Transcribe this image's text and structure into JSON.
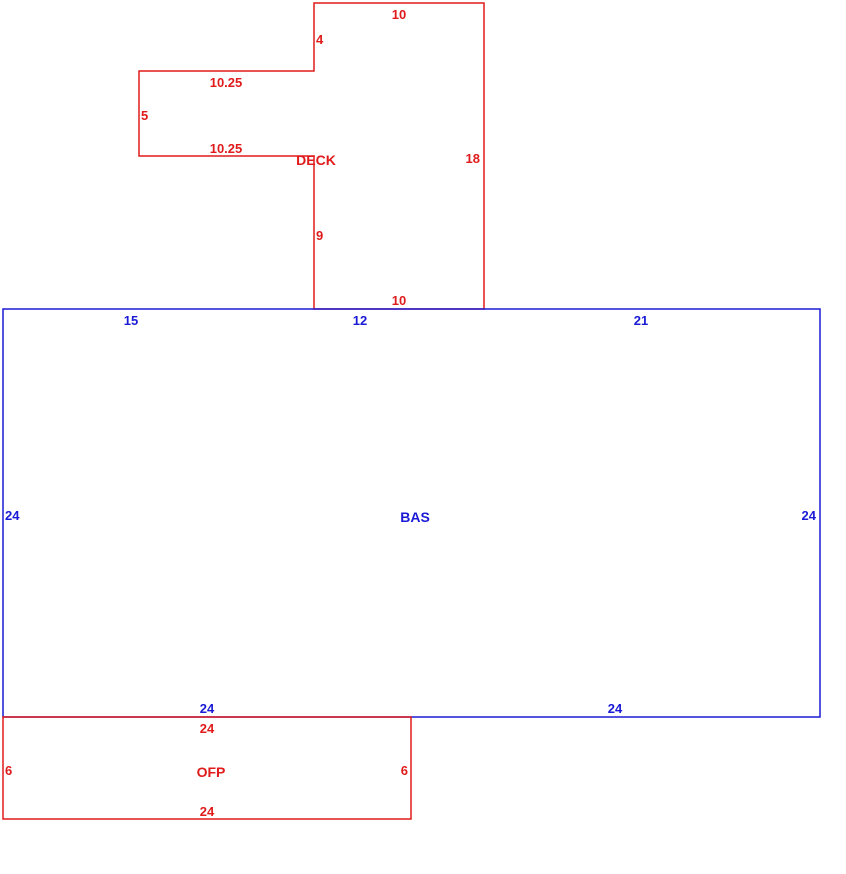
{
  "colors": {
    "deck": "#e01b1b",
    "bas": "#1a1ad6",
    "ofp": "#e01b1b"
  },
  "areas": {
    "deck": {
      "label": "DECK",
      "dims": {
        "top": "10",
        "upper_step_side": "4",
        "upper_arm": "10.25",
        "arm_end": "5",
        "lower_arm": "10.25",
        "right": "18",
        "lower_left": "9",
        "bottom": "10"
      }
    },
    "bas": {
      "label": "BAS",
      "dims": {
        "top_left": "15",
        "top_mid": "12",
        "top_right": "21",
        "left": "24",
        "right": "24",
        "bottom_left": "24",
        "bottom_right": "24"
      }
    },
    "ofp": {
      "label": "OFP",
      "dims": {
        "top": "24",
        "left": "6",
        "right": "6",
        "bottom": "24"
      }
    }
  }
}
